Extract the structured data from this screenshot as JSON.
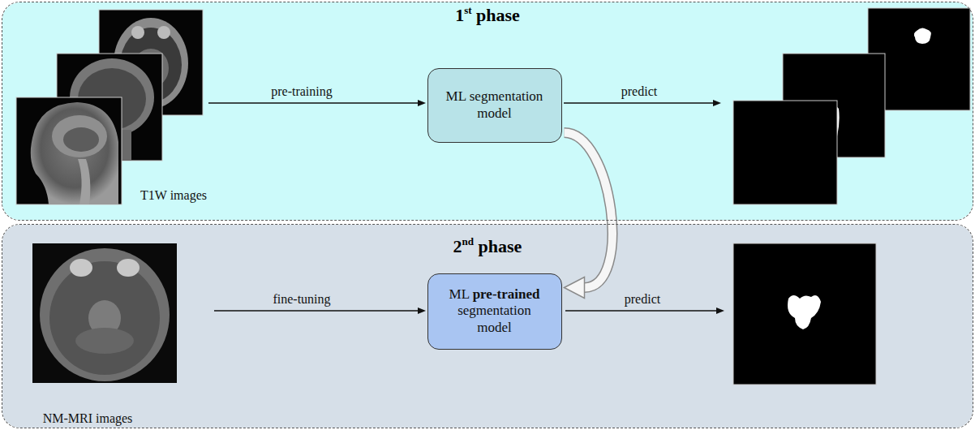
{
  "diagram": {
    "nodes": [
      {
        "text": [
          "1st phase"
        ]
      },
      {
        "text": [
          "ML segmentation model"
        ],
        "in": 0
      },
      {
        "text": [
          "2nd phase"
        ]
      },
      {
        "text": [
          "ML pre-trained segmentation model"
        ],
        "in": 2
      }
    ],
    "edges": [
      {
        "from": 1,
        "to": 3,
        "arrow": "to"
      }
    ],
    "labels": [
      "pre-training",
      "predict",
      "T1W images",
      "fine-tuning",
      "predict",
      "NM-MRI images"
    ]
  }
}
